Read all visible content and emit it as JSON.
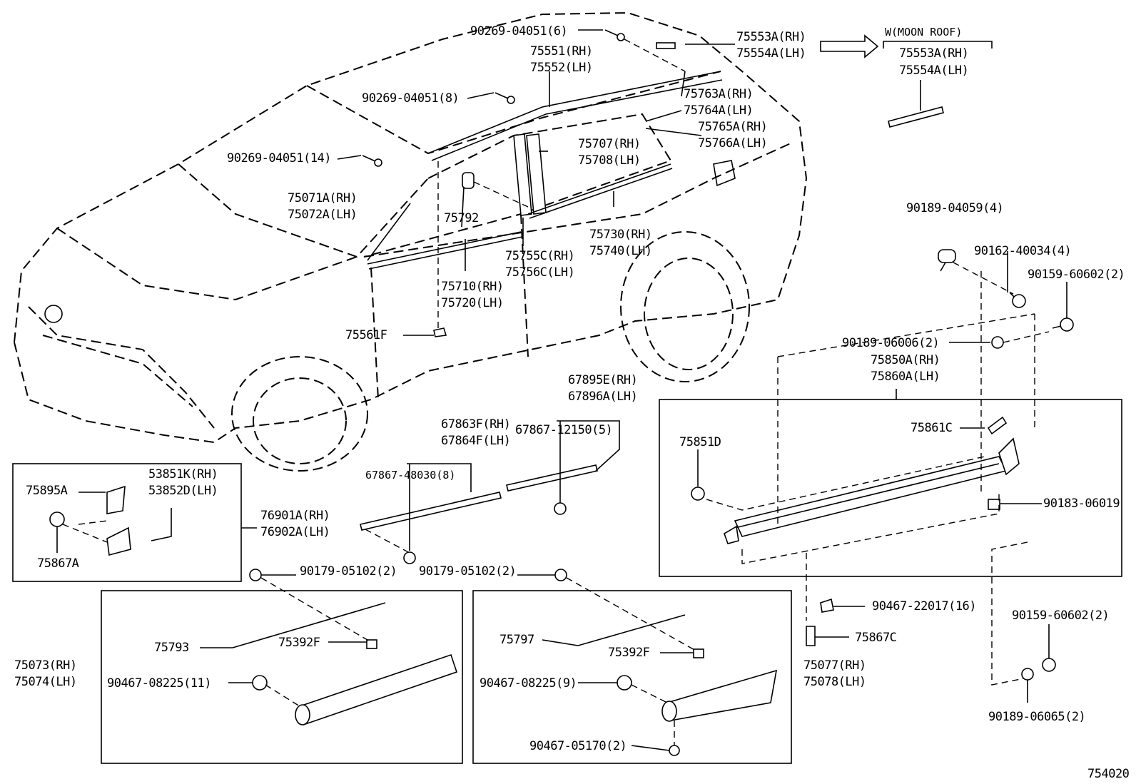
{
  "diagram_code": "754020",
  "labels": {
    "bolt_6": "90269-04051(6)",
    "bolt_8": "90269-04051(8)",
    "bolt_14": "90269-04051(14)",
    "roof_mold_rh": "75553A(RH)",
    "roof_mold_lh": "75554A(LH)",
    "moonroof_header": "W(MOON ROOF)",
    "moonroof_rh": "75553A(RH)",
    "moonroof_lh": "75554A(LH)",
    "roof_drip_rh": "75551(RH)",
    "roof_drip_lh": "75552(LH)",
    "rear_pillar_rh": "75763A(RH)",
    "rear_pillar_lh": "75764A(LH)",
    "rear_pillar2_rh": "75765A(RH)",
    "rear_pillar2_lh": "75766A(LH)",
    "windshield_rh": "75071A(RH)",
    "windshield_lh": "75072A(LH)",
    "rear_door_frame_rh": "75707(RH)",
    "rear_door_frame_lh": "75708(LH)",
    "clip_75792": "75792",
    "rear_belt_rh": "75730(RH)",
    "rear_belt_lh": "75740(LH)",
    "pillar_c_rh": "75755C(RH)",
    "pillar_c_lh": "75756C(LH)",
    "front_belt_rh": "75710(RH)",
    "front_belt_lh": "75720(LH)",
    "part_75561f": "75561F",
    "screw_04059": "90189-04059(4)",
    "nut_40034": "90162-40034(4)",
    "bolt_60602_top": "90159-60602(2)",
    "screw_06006": "90189-06006(2)",
    "rocker_rh": "75850A(RH)",
    "rocker_lh": "75860A(LH)",
    "part_75861c": "75861C",
    "part_75851d": "75851D",
    "clip_06019": "90183-06019",
    "clip_22017": "90467-22017(16)",
    "part_75867c": "75867C",
    "bolt_60602_bottom": "90159-60602(2)",
    "screw_06065": "90189-06065(2)",
    "garnish_e_rh": "67895E(RH)",
    "garnish_a_lh": "67896A(LH)",
    "clip_12150": "67867-12150(5)",
    "garnish_f_rh": "67863F(RH)",
    "garnish_f_lh": "67864F(LH)",
    "clip_48030": "67867-48030(8)",
    "part_75895a": "75895A",
    "part_53851k_rh": "53851K(RH)",
    "part_53852d_lh": "53852D(LH)",
    "part_75867a": "75867A",
    "flare_rh": "76901A(RH)",
    "flare_lh": "76902A(LH)",
    "clip_05102_a": "90179-05102(2)",
    "clip_05102_b": "90179-05102(2)",
    "part_75793": "75793",
    "part_75392f_a": "75392F",
    "front_mold_rh": "75073(RH)",
    "front_mold_lh": "75074(LH)",
    "clip_08225_11": "90467-08225(11)",
    "part_75797": "75797",
    "part_75392f_b": "75392F",
    "rear_mold_rh": "75077(RH)",
    "rear_mold_lh": "75078(LH)",
    "clip_08225_9": "90467-08225(9)",
    "clip_05170": "90467-05170(2)"
  }
}
